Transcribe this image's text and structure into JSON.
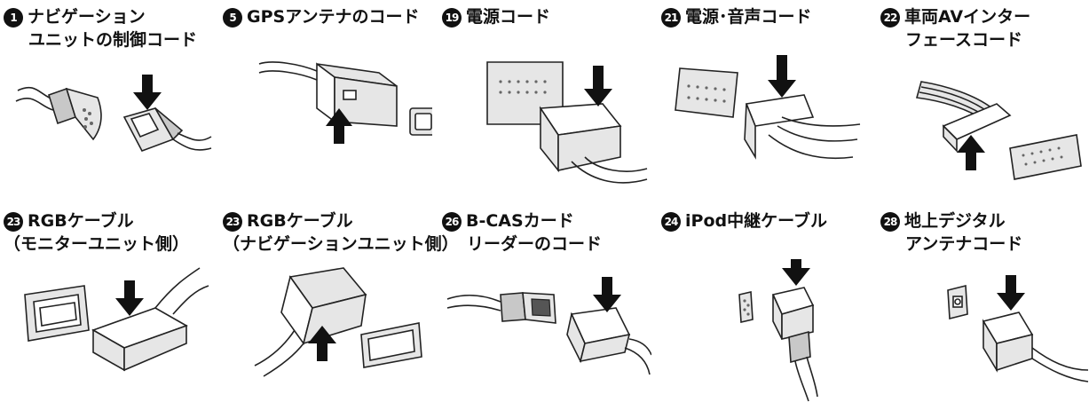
{
  "items": [
    {
      "num": "1",
      "line1": "ナビゲーション",
      "line2": "ユニットの制御コード",
      "indent": true
    },
    {
      "num": "5",
      "line1": "GPSアンテナのコード",
      "line2": "",
      "indent": false
    },
    {
      "num": "19",
      "line1": "電源コード",
      "line2": "",
      "indent": false
    },
    {
      "num": "21",
      "line1": "電源･音声コード",
      "line2": "",
      "indent": false
    },
    {
      "num": "22",
      "line1": "車両AVインター",
      "line2": "フェースコード",
      "indent": true
    },
    {
      "num": "23",
      "line1": "RGBケーブル",
      "line2": "（モニターユニット側）",
      "indent": false
    },
    {
      "num": "23",
      "line1": "RGBケーブル",
      "line2": "（ナビゲーションユニット側）",
      "indent": false
    },
    {
      "num": "26",
      "line1": "B-CASカード",
      "line2": "リーダーのコード",
      "indent": true
    },
    {
      "num": "24",
      "line1": "iPod中継ケーブル",
      "line2": "",
      "indent": false
    },
    {
      "num": "28",
      "line1": "地上デジタル",
      "line2": "アンテナコード",
      "indent": true
    }
  ],
  "colors": {
    "line": "#222222",
    "arrow": "#111111",
    "badge": "#111111",
    "connector_fill": "#e6e6e6"
  }
}
